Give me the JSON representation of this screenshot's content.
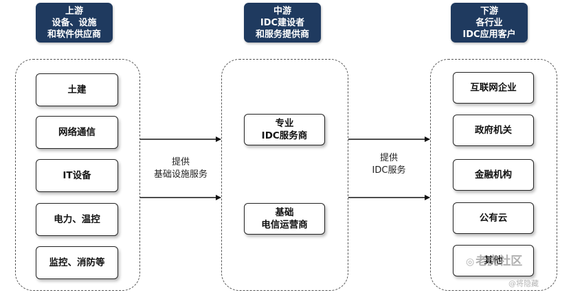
{
  "upstream": {
    "title_lines": [
      "上游",
      "设备、设施",
      "和软件供应商"
    ],
    "items": [
      "土建",
      "网络通信",
      "IT设备",
      "电力、温控",
      "监控、消防等"
    ]
  },
  "midstream": {
    "title_lines": [
      "中游",
      "IDC建设者",
      "和服务提供商"
    ],
    "items": [
      {
        "lines": [
          "专业",
          "IDC服务商"
        ]
      },
      {
        "lines": [
          "基础",
          "电信运营商"
        ]
      }
    ]
  },
  "downstream": {
    "title_lines": [
      "下游",
      "各行业",
      "IDC应用客户"
    ],
    "items": [
      "互联网企业",
      "政府机关",
      "金融机构",
      "公有云",
      "其他"
    ]
  },
  "flows": {
    "left": [
      "提供",
      "基础设施服务"
    ],
    "right": [
      "提供",
      "IDC服务"
    ]
  },
  "watermark": {
    "text": "老虎社区",
    "sub": "@将隐藏"
  },
  "colors": {
    "header_bg": "#1f3a5f",
    "header_text": "#ffffff",
    "box_border": "#222222",
    "arrow": "#111111"
  }
}
